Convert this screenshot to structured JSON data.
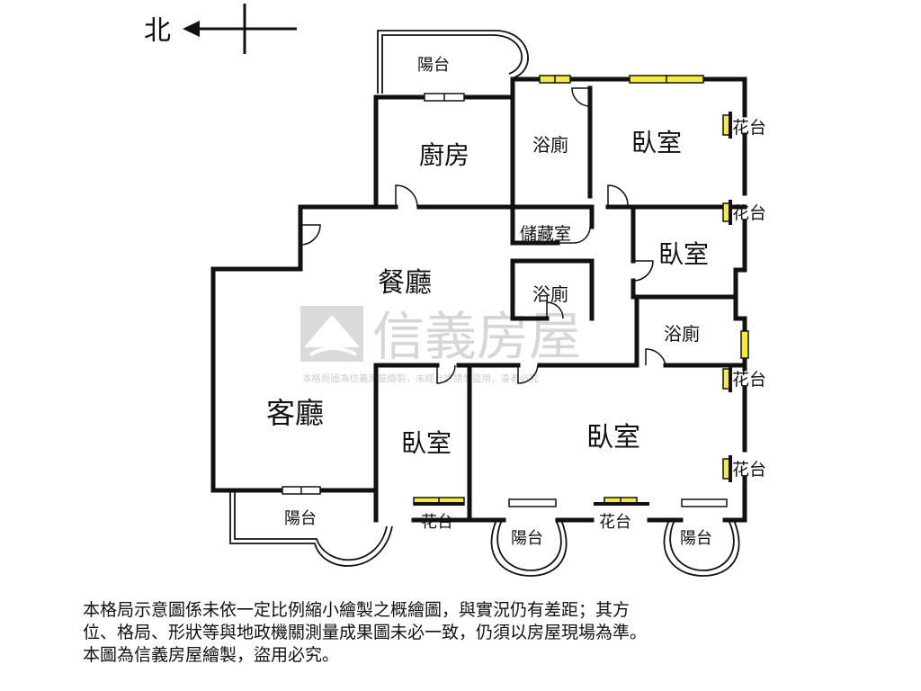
{
  "compass": {
    "label": "北"
  },
  "rooms": {
    "balcony_top": "陽台",
    "kitchen": "廚房",
    "bath_1": "浴廁",
    "bedroom_1": "臥室",
    "flower_1": "花台",
    "flower_2": "花台",
    "storage": "儲藏室",
    "bedroom_2": "臥室",
    "dining": "餐廳",
    "bath_2": "浴廁",
    "bath_3": "浴廁",
    "living": "客廳",
    "bedroom_3": "臥室",
    "bedroom_4": "臥室",
    "flower_3": "花台",
    "flower_4": "花台",
    "balcony_living": "陽台",
    "flower_5": "花台",
    "balcony_2": "陽台",
    "flower_6": "花台",
    "balcony_3": "陽台"
  },
  "watermark": {
    "brand": "信義房屋",
    "notice": "本格局圖為信義房屋繪製，未經允許請勿盜用，違者必究"
  },
  "disclaimer": {
    "line1": "本格局示意圖係未依一定比例縮小繪製之概繪圖，與實況仍有差距；其方",
    "line2": "位、格局、形狀等與地政機關測量成果圖未必一致，仍須以房屋現場為準。",
    "line3": "本圖為信義房屋繪製，盜用必究。"
  },
  "colors": {
    "wall": "#111111",
    "window": "#f4ec3a",
    "watermark": "#c8c8c8"
  }
}
